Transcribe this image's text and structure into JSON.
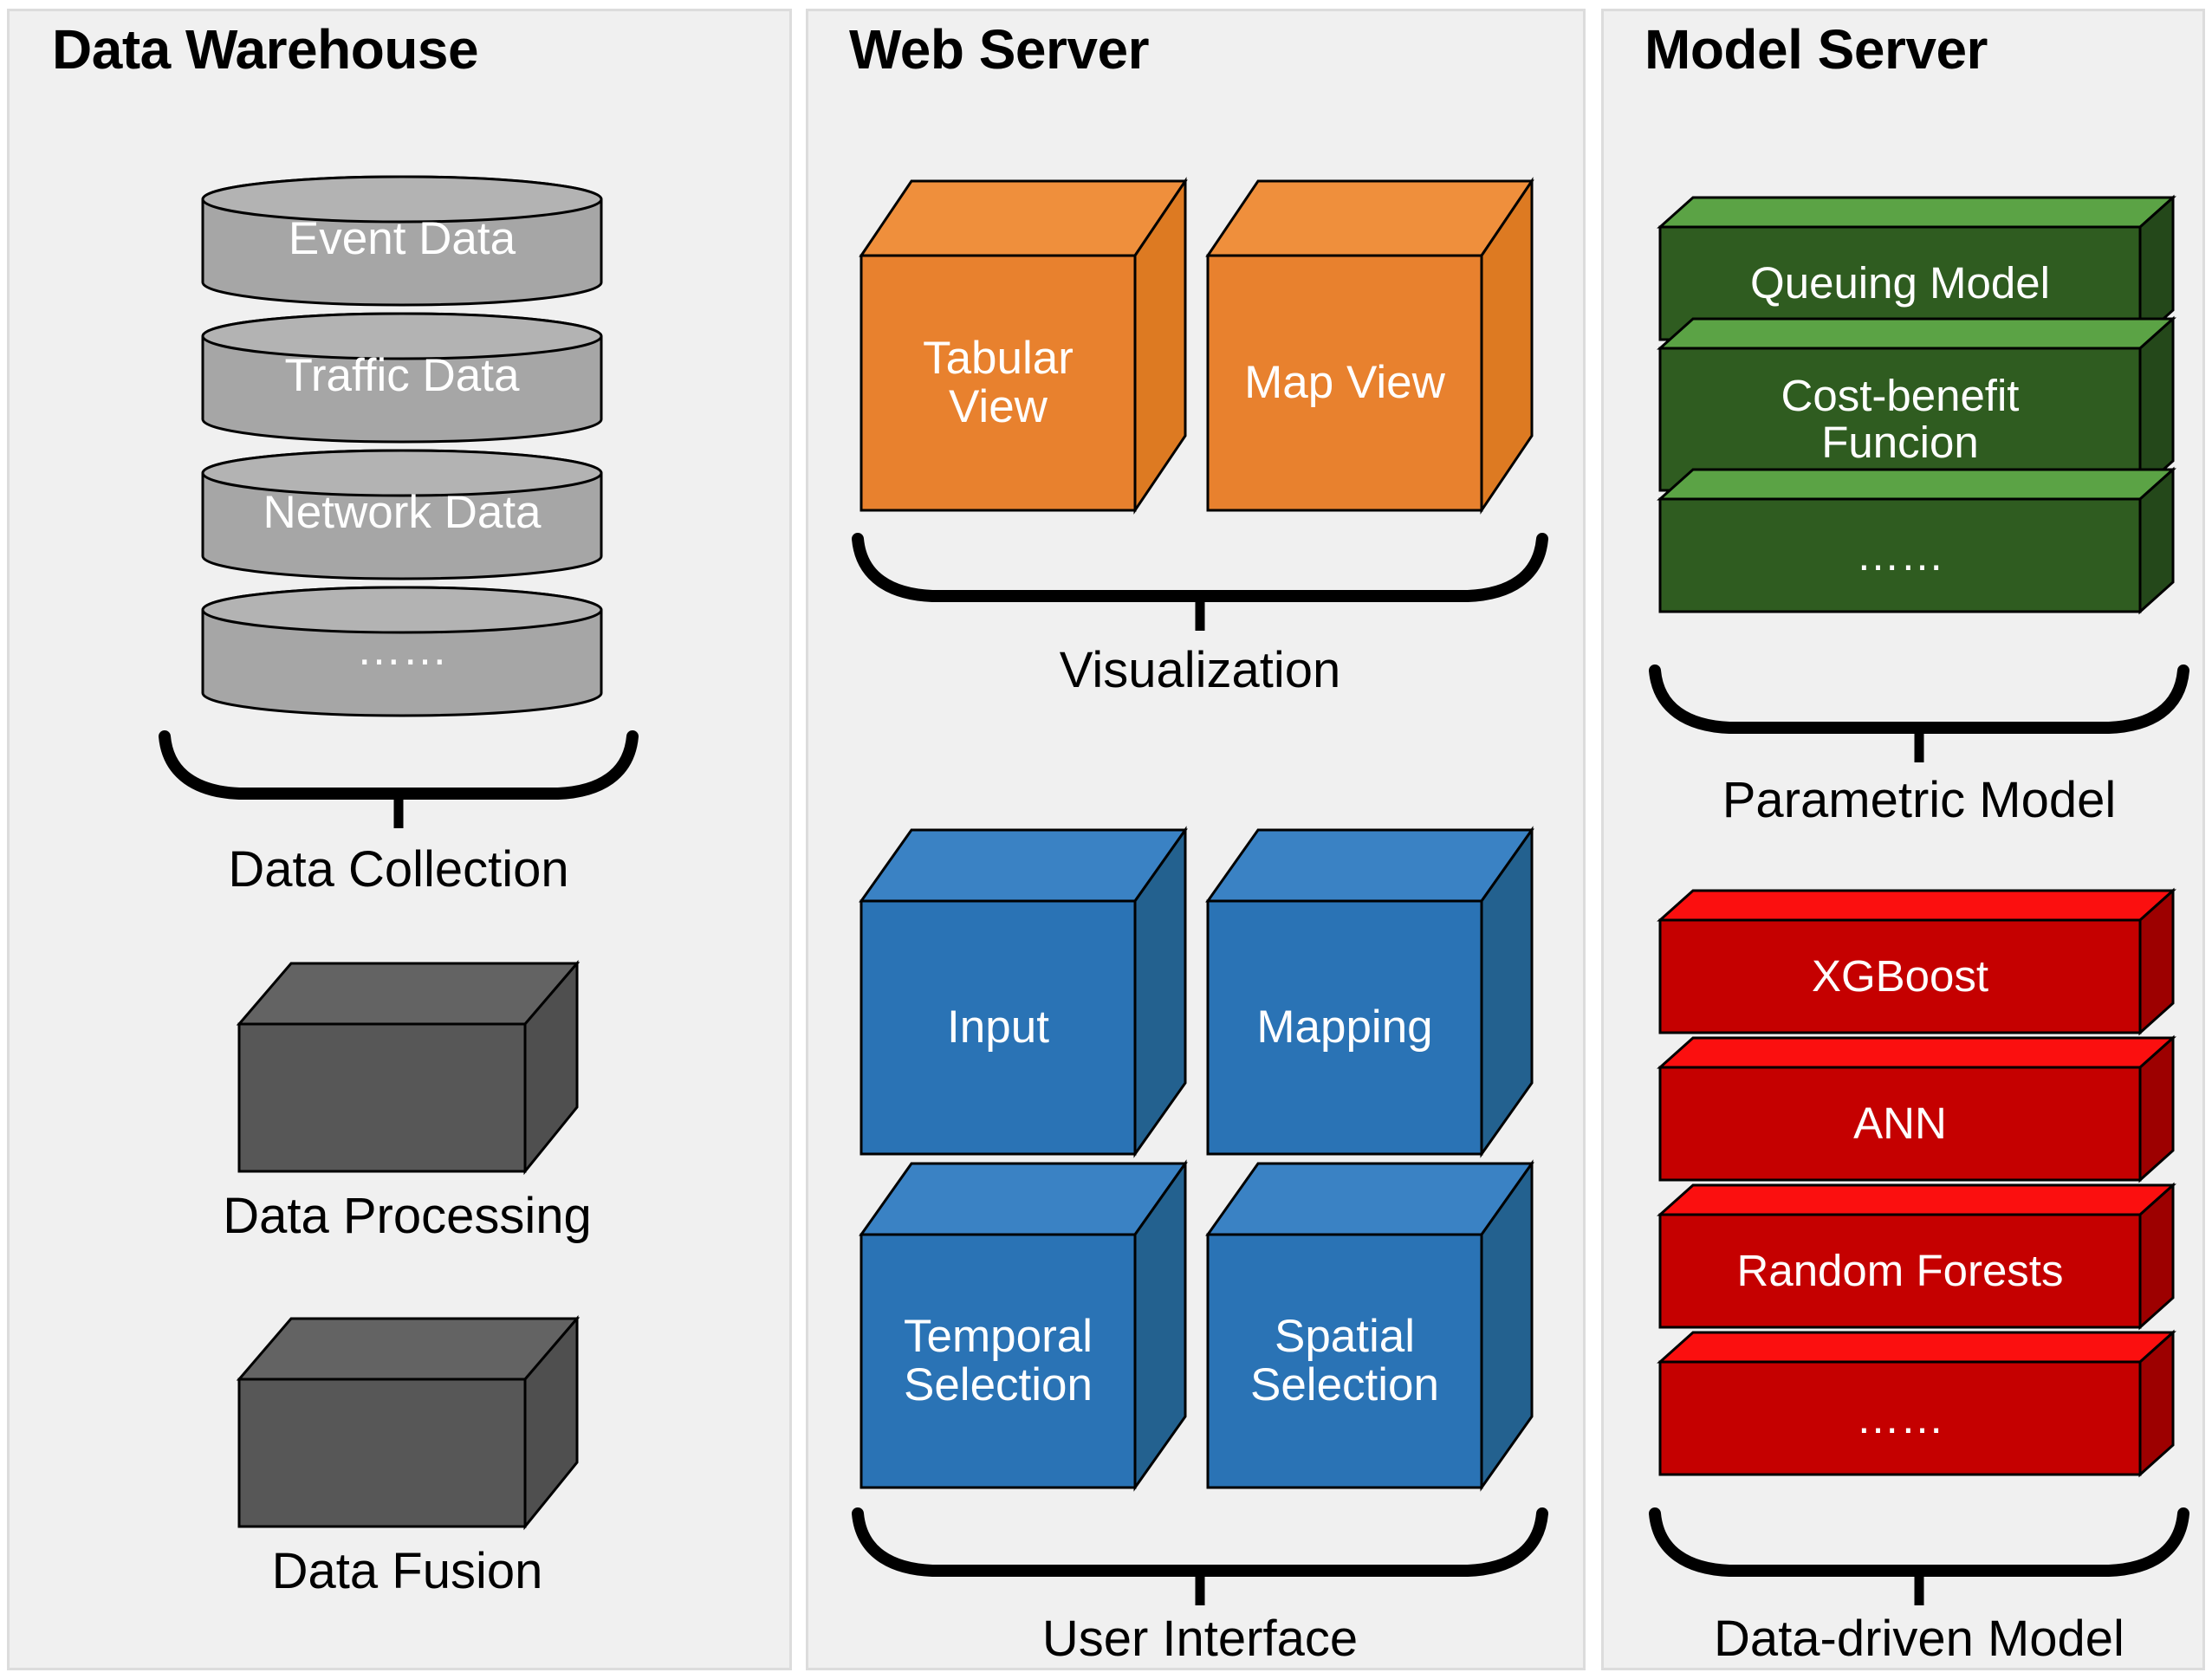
{
  "panels": [
    {
      "id": "data-warehouse",
      "title": "Data Warehouse"
    },
    {
      "id": "web-server",
      "title": "Web Server"
    },
    {
      "id": "model-server",
      "title": "Model Server"
    }
  ],
  "data_warehouse": {
    "title": "Data Warehouse",
    "databases": [
      {
        "label": "Event Data"
      },
      {
        "label": "Traffic Data"
      },
      {
        "label": "Network Data"
      },
      {
        "label": "……"
      }
    ],
    "group_caption": "Data Collection",
    "processes": [
      {
        "label": "Data Processing"
      },
      {
        "label": "Data Fusion"
      }
    ]
  },
  "web_server": {
    "title": "Web Server",
    "visualization": {
      "boxes": [
        {
          "label": "Tabular\nView"
        },
        {
          "label": "Map View"
        }
      ],
      "group_caption": "Visualization"
    },
    "user_interface": {
      "boxes": [
        {
          "label": "Input"
        },
        {
          "label": "Mapping"
        },
        {
          "label": "Temporal\nSelection"
        },
        {
          "label": "Spatial\nSelection"
        }
      ],
      "group_caption": "User Interface"
    }
  },
  "model_server": {
    "title": "Model Server",
    "parametric": {
      "boxes": [
        {
          "label": "Queuing Model"
        },
        {
          "label": "Cost-benefit\nFuncion"
        },
        {
          "label": "……"
        }
      ],
      "group_caption": "Parametric Model"
    },
    "data_driven": {
      "boxes": [
        {
          "label": "XGBoost"
        },
        {
          "label": "ANN"
        },
        {
          "label": "Random Forests"
        },
        {
          "label": "……"
        }
      ],
      "group_caption": "Data-driven Model"
    }
  },
  "colors": {
    "panel_background": "#f0f0f0",
    "panel_border": "#dcdcdc",
    "cylinder_gray": "#a6a6a6",
    "cylinder_top_gray": "#b3b3b3",
    "dark_gray_box_front": "#575757",
    "dark_gray_box_top": "#636363",
    "orange_front": "#e8812e",
    "orange_top": "#ef8f3c",
    "blue_front": "#2a73b5",
    "blue_top": "#3a82c4",
    "green_front": "#2f5c20",
    "green_top": "#5ba345",
    "red_front": "#c50000",
    "red_top": "#fb0f0f",
    "stroke": "#000000",
    "text_on_shape": "#ffffff",
    "text_dark": "#000000"
  }
}
